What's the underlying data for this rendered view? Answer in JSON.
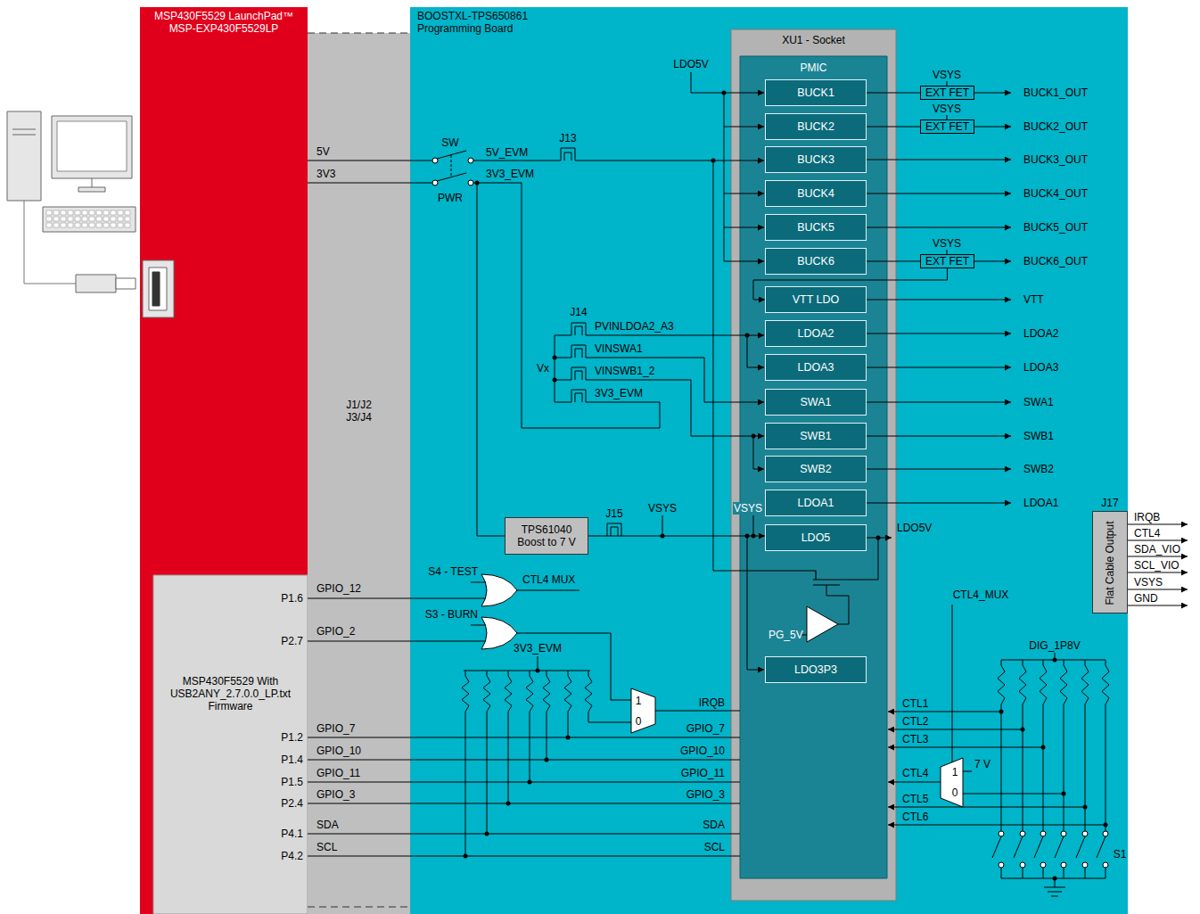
{
  "diagram": {
    "nodes": [
      {
        "text": [
          "MSP430F5529 LaunchPad™ MSP-EXP430F5529LP"
        ]
      },
      {
        "text": [
          "MSP430F5529 With USB2ANY_2.7.0.0_LP.txt Firmware"
        ],
        "in": 0
      },
      {
        "text": [
          "J1/J2 J3/J4"
        ]
      },
      {
        "text": [
          "BOOSTXL-TPS650861 Programming Board"
        ]
      },
      {
        "text": [
          "XU1 - Socket"
        ],
        "in": 3
      },
      {
        "text": [
          "PMIC"
        ],
        "in": 4
      },
      {
        "text": [
          "BUCK1"
        ],
        "in": 5
      },
      {
        "text": [
          "BUCK2"
        ],
        "in": 5
      },
      {
        "text": [
          "BUCK3"
        ],
        "in": 5
      },
      {
        "text": [
          "BUCK4"
        ],
        "in": 5
      },
      {
        "text": [
          "BUCK5"
        ],
        "in": 5
      },
      {
        "text": [
          "BUCK6"
        ],
        "in": 5
      },
      {
        "text": [
          "VTT LDO"
        ],
        "in": 5
      },
      {
        "text": [
          "LDOA2"
        ],
        "in": 5
      },
      {
        "text": [
          "LDOA3"
        ],
        "in": 5
      },
      {
        "text": [
          "SWA1"
        ],
        "in": 5
      },
      {
        "text": [
          "SWB1"
        ],
        "in": 5
      },
      {
        "text": [
          "SWB2"
        ],
        "in": 5
      },
      {
        "text": [
          "LDOA1"
        ],
        "in": 5
      },
      {
        "text": [
          "LDO5"
        ],
        "in": 5
      },
      {
        "text": [
          "LDO3P3"
        ],
        "in": 5
      },
      {
        "text": [
          "EXT FET"
        ],
        "in": 3
      },
      {
        "text": [
          "EXT FET"
        ],
        "in": 3
      },
      {
        "text": [
          "EXT FET"
        ],
        "in": 3
      },
      {
        "text": [
          "TPS61040 Boost to 7 V"
        ],
        "in": 3
      },
      {
        "text": [
          "J17",
          "Flat Cable Output"
        ],
        "in": 3
      }
    ],
    "edges": [
      {
        "from": 6,
        "to": 21,
        "arrow": "none"
      },
      {
        "from": 7,
        "to": 22,
        "arrow": "none"
      },
      {
        "from": 11,
        "to": 23,
        "arrow": "none"
      },
      {
        "from": 23,
        "to": 12,
        "arrow": "to"
      },
      {
        "from": 24,
        "to": 19,
        "arrow": "to"
      }
    ],
    "labels": [
      "5V",
      "3V3",
      "SW",
      "PWR",
      "5V_EVM",
      "J13",
      "3V3_EVM",
      "LDO5V",
      "VSYS",
      "VSYS",
      "VSYS",
      "J14",
      "PVINLDOA2_A3",
      "VINSWA1",
      "VINSWB1_2",
      "3V3_EVM",
      "Vx",
      "J15",
      "VSYS",
      "VSYS",
      "BUCK1_OUT",
      "BUCK2_OUT",
      "BUCK3_OUT",
      "BUCK4_OUT",
      "BUCK5_OUT",
      "BUCK6_OUT",
      "VTT",
      "LDOA2",
      "LDOA3",
      "SWA1",
      "SWB1",
      "SWB2",
      "LDOA1",
      "LDO5V",
      "PG_5V",
      "IRQB",
      "CTL4",
      "SDA_VIO",
      "SCL_VIO",
      "VSYS",
      "GND",
      "S4 - TEST",
      "CTL4 MUX",
      "S3 - BURN",
      "3V3_EVM",
      "GPIO_12",
      "P1.6",
      "GPIO_2",
      "P2.7",
      "GPIO_7",
      "P1.2",
      "GPIO_10",
      "P1.4",
      "GPIO_11",
      "P1.5",
      "GPIO_3",
      "P2.4",
      "SDA",
      "P4.1",
      "SCL",
      "P4.2",
      "1",
      "0",
      "IRQB",
      "GPIO_7",
      "GPIO_10",
      "GPIO_11",
      "GPIO_3",
      "SDA",
      "SCL",
      "CTL4_MUX",
      "DIG_1P8V",
      "CTL1",
      "CTL2",
      "CTL3",
      "CTL4",
      "CTL5",
      "CTL6",
      "1",
      "0",
      "7 V",
      "S1"
    ]
  }
}
